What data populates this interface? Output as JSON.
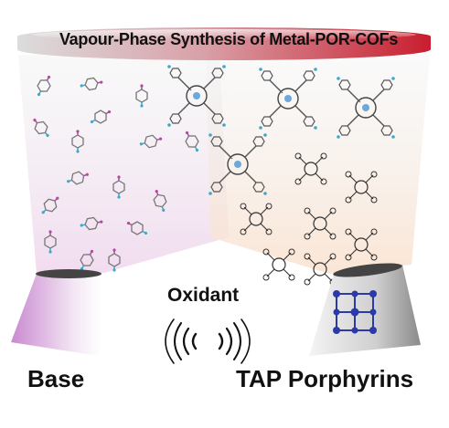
{
  "banner": {
    "title": "Vapour-Phase Synthesis of Metal-POR-COFs"
  },
  "labels": {
    "base": "Base",
    "oxidant": "Oxidant",
    "porphyrins": "TAP Porphyrins"
  },
  "colors": {
    "banner_left": "#d8d8d8",
    "banner_right": "#c81e2e",
    "base_source": "#b060c0",
    "porphyrin_source": "#9a9a9a",
    "cube_nodes": "#2c3aa8",
    "molecule_pink": "#b04aa0",
    "molecule_blue": "#3fa7c9"
  },
  "icons": [
    "wave-signal-icon",
    "lattice-cube-icon",
    "molecule-icon",
    "porphyrin-icon"
  ]
}
